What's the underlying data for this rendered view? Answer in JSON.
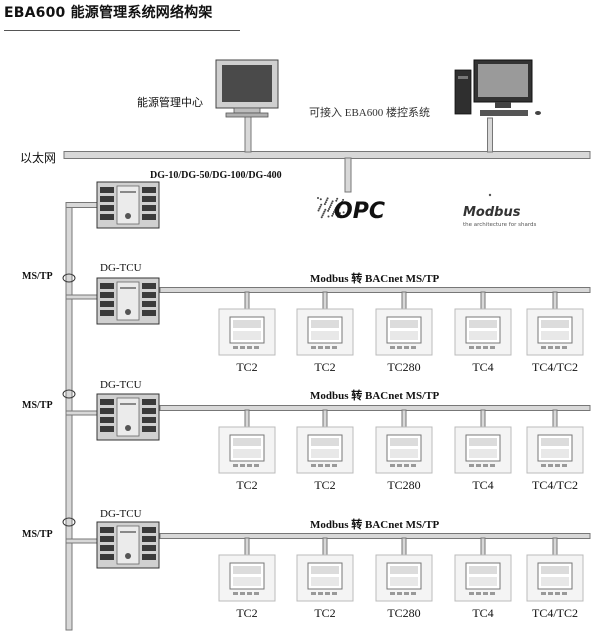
{
  "title": "EBA600 能源管理系统网络构架",
  "ethernet_label": "以太网",
  "energy_center_label": "能源管理中心",
  "bas_label": "可接入 EBA600 楼控系统",
  "gateway_label": "DG-10/DG-50/DG-100/DG-400",
  "opc_logo_text": "OPC",
  "modbus_logo_text": "Modbus",
  "modbus_logo_tagline": "the architecture for shards",
  "mstp_label": "MS/TP",
  "tcu_label": "DG-TCU",
  "bus_label": "Modbus 转 BACnet MS/TP",
  "thermostats": [
    "TC2",
    "TC2",
    "TC280",
    "TC4",
    "TC4/TC2"
  ],
  "colors": {
    "pipe": "#d8d8d8",
    "pipe_edge": "#777777",
    "device_body": "#d0d0d0",
    "panel": "#ebebeb"
  },
  "icons": [
    "monitor-icon",
    "desktop-pc-icon",
    "opc-logo-icon",
    "modbus-logo-icon",
    "gateway-device-icon",
    "thermostat-icon"
  ]
}
